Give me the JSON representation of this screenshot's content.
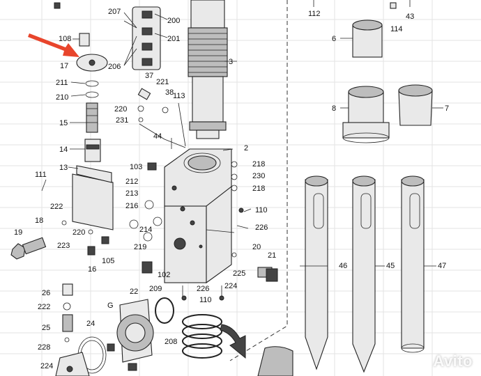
{
  "diagram": {
    "labels": {
      "p112": "112",
      "p43": "43",
      "p114": "114",
      "p207": "207",
      "p200": "200",
      "p201": "201",
      "p206": "206",
      "p108": "108",
      "p17": "17",
      "p3": "3",
      "p6": "6",
      "p8": "8",
      "p7": "7",
      "p37": "37",
      "p221": "221",
      "p38": "38",
      "p113": "113",
      "p211": "211",
      "p210": "210",
      "p15": "15",
      "p14": "14",
      "p13": "13",
      "p111": "111",
      "p220a": "220",
      "p231": "231",
      "p44": "44",
      "p2": "2",
      "p218a": "218",
      "p230": "230",
      "p218b": "218",
      "p103": "103",
      "p212": "212",
      "p213": "213",
      "p216": "216",
      "p214": "214",
      "p219": "219",
      "p110a": "110",
      "p226a": "226",
      "p222a": "222",
      "p18": "18",
      "p19": "19",
      "p223": "223",
      "p220b": "220",
      "p16": "16",
      "p105": "105",
      "p20": "20",
      "p21": "21",
      "p102": "102",
      "p225": "225",
      "p224a": "224",
      "p226b": "226",
      "p110b": "110",
      "p26": "26",
      "p222b": "222",
      "p25": "25",
      "p228": "228",
      "p224b": "224",
      "p24": "24",
      "pG": "G",
      "p22": "22",
      "p209": "209",
      "p208": "208",
      "p46": "46",
      "p45": "45",
      "p47": "47"
    },
    "pointer_color": "#e8452c",
    "watermark": "Avito"
  }
}
